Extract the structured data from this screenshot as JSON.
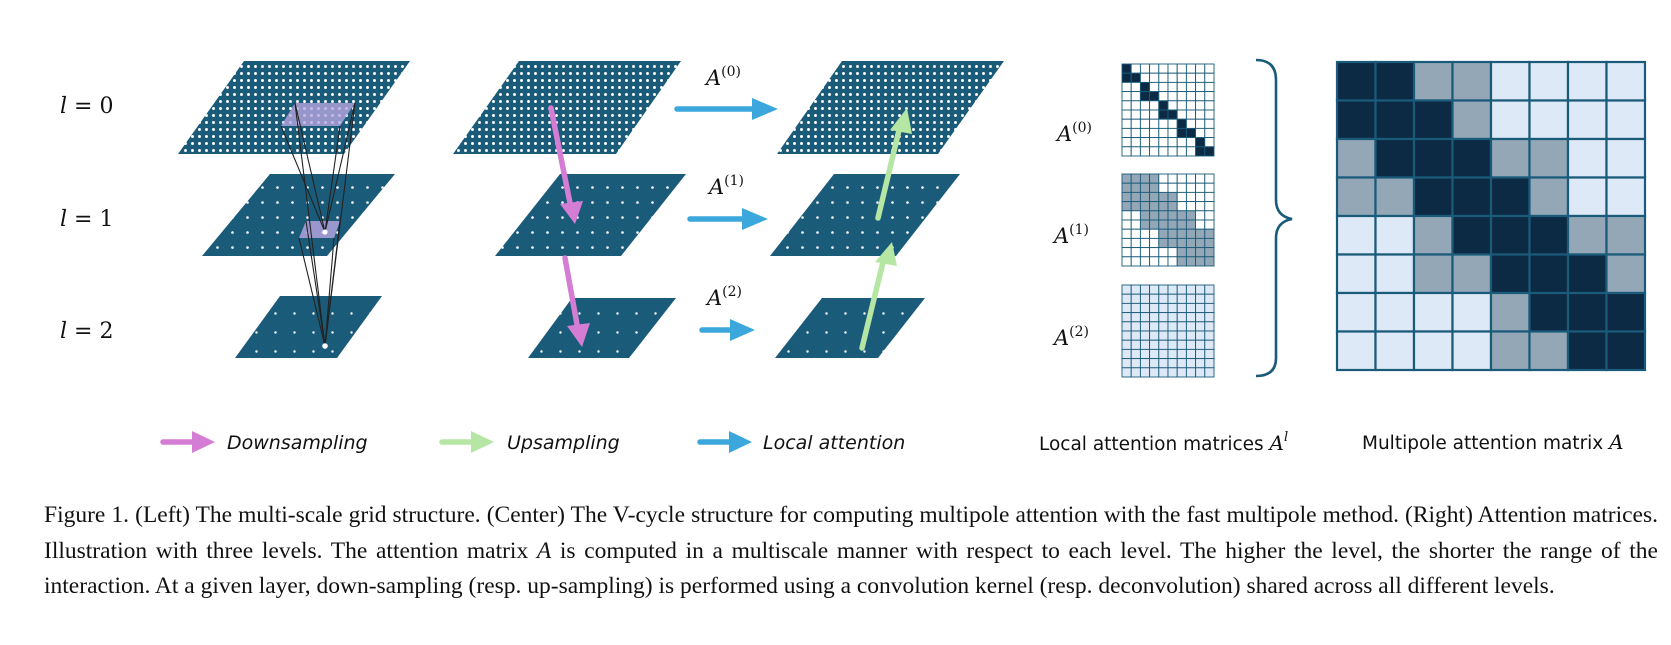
{
  "figure": {
    "levels": [
      {
        "label": "l = 0",
        "var": "l",
        "num": "0"
      },
      {
        "label": "l = 1",
        "var": "l",
        "num": "1"
      },
      {
        "label": "l = 2",
        "var": "l",
        "num": "2"
      }
    ],
    "center_labels": [
      {
        "base": "A",
        "sup": "(0)"
      },
      {
        "base": "A",
        "sup": "(1)"
      },
      {
        "base": "A",
        "sup": "(2)"
      }
    ],
    "legend": {
      "downsampling": "Downsampling",
      "upsampling": "Upsampling",
      "local_attention": "Local attention"
    },
    "right_titles": {
      "local_matrices_prefix": "Local attention matrices ",
      "local_matrices_math": "A",
      "local_matrices_sup": "l",
      "multipole_prefix": "Multipole attention matrix ",
      "multipole_math": "A"
    },
    "colors": {
      "grid_dark": "#1b5b7a",
      "matrix_dark": "#0d2a45",
      "matrix_mid": "#93a7b7",
      "matrix_light": "#dde9f6",
      "downsampling": "#d57dd4",
      "upsampling": "#b5e6a4",
      "local_attention": "#3ba7dc",
      "highlight": "#b9a6e2"
    },
    "multipole_matrix": [
      [
        2,
        2,
        1,
        1,
        0,
        0,
        0,
        0
      ],
      [
        2,
        2,
        2,
        1,
        0,
        0,
        0,
        0
      ],
      [
        1,
        2,
        2,
        2,
        1,
        1,
        0,
        0
      ],
      [
        1,
        1,
        2,
        2,
        2,
        1,
        0,
        0
      ],
      [
        0,
        0,
        1,
        2,
        2,
        2,
        1,
        1
      ],
      [
        0,
        0,
        1,
        1,
        2,
        2,
        2,
        1
      ],
      [
        0,
        0,
        0,
        0,
        1,
        2,
        2,
        2
      ],
      [
        0,
        0,
        0,
        0,
        1,
        1,
        2,
        2
      ]
    ]
  },
  "caption": {
    "figure_label": "Figure 1.",
    "segment_1": " (Left) The multi-scale grid structure.  (Center) The V-cycle structure for computing multipole attention with the fast multipole method. (Right) Attention matrices. Illustration with three levels. The attention matrix ",
    "math_A": "A",
    "segment_2": " is computed in a multiscale manner with respect to each level.  The higher the level, the shorter the range of the interaction.  At a given layer, down-sampling (resp.  up-sampling) is performed using a convolution kernel (resp. deconvolution) shared across all different levels."
  }
}
